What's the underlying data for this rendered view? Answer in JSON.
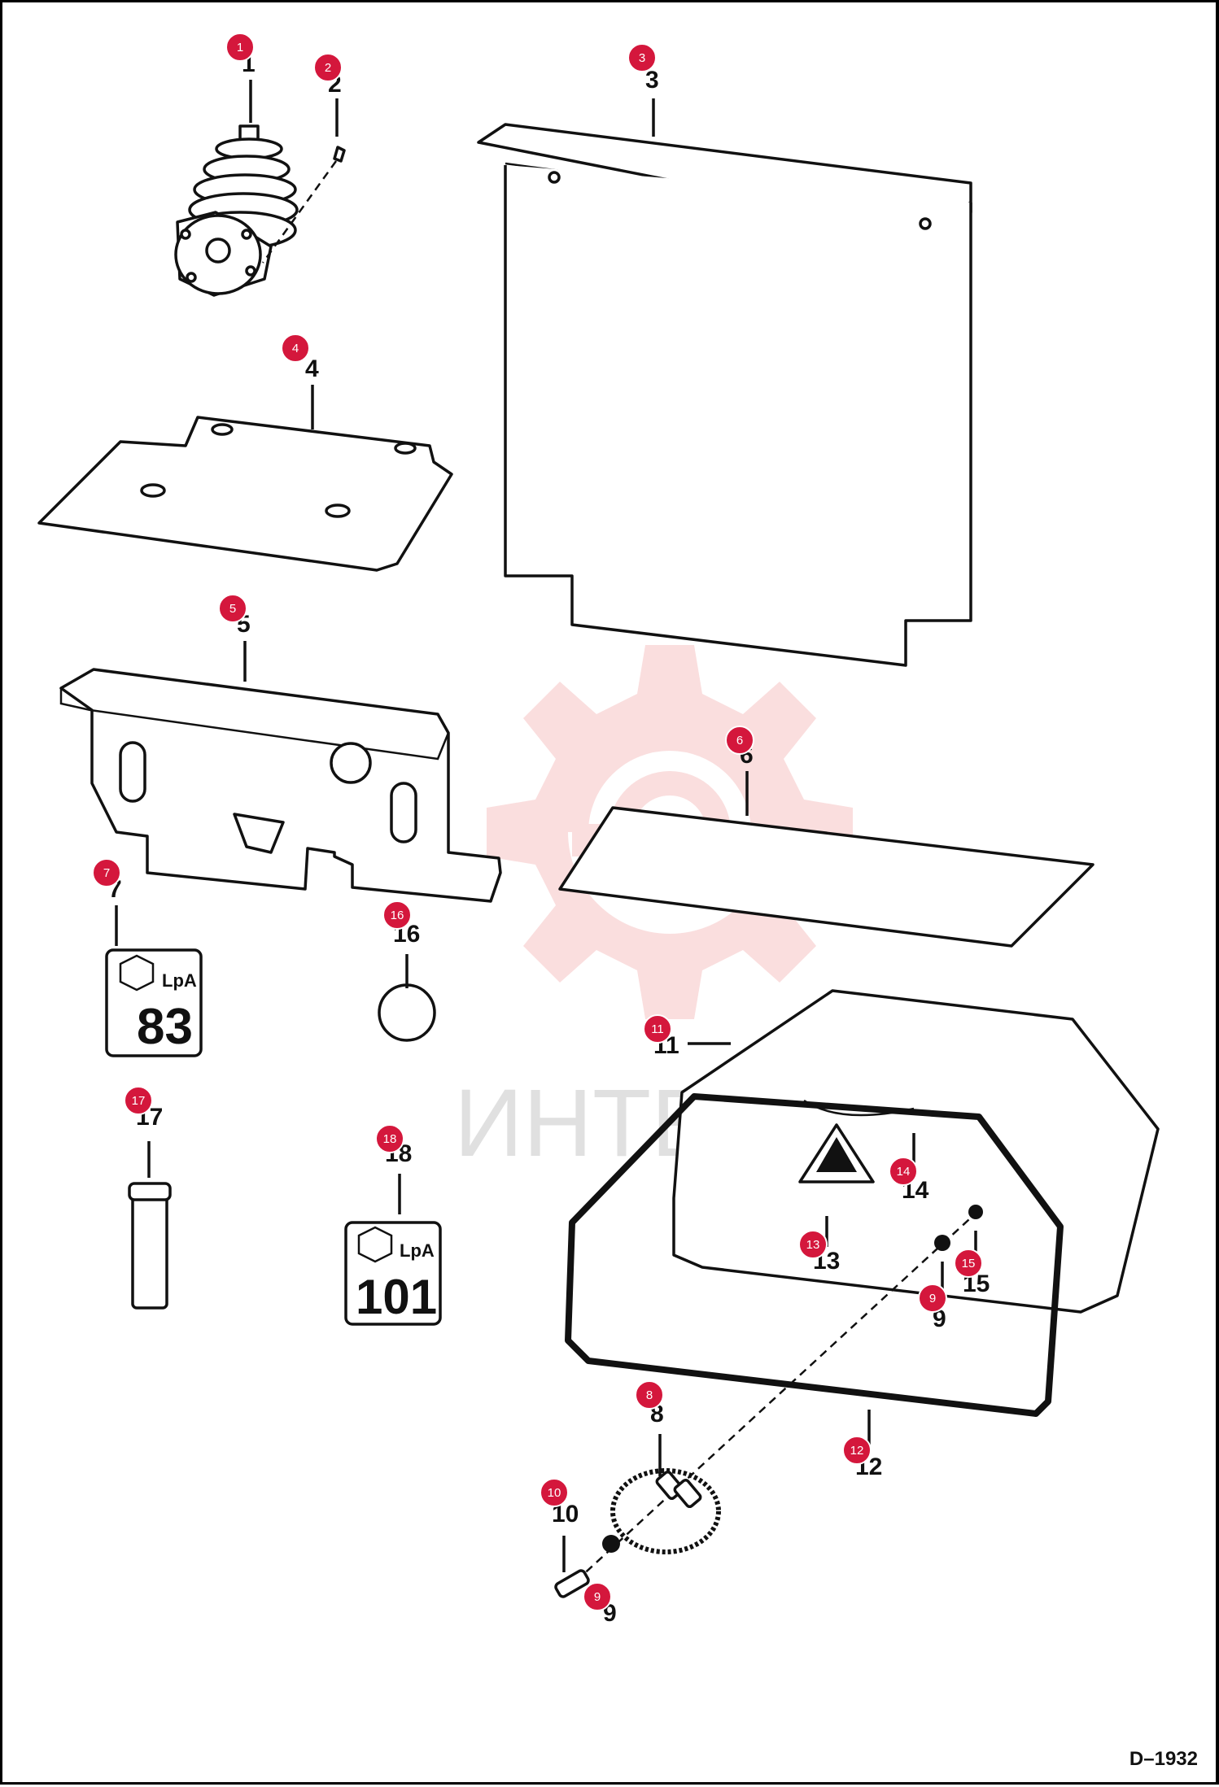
{
  "drawing_id": "D–1932",
  "watermark": {
    "text": "ИНТЕХ",
    "logo": "intex-gear-logo"
  },
  "labels": {
    "p7_number": "83",
    "p18_number": "101",
    "lpa": "LpA"
  },
  "parts": [
    {
      "callout": "1",
      "number": "1"
    },
    {
      "callout": "2",
      "number": "2"
    },
    {
      "callout": "3",
      "number": "3"
    },
    {
      "callout": "4",
      "number": "4"
    },
    {
      "callout": "5",
      "number": "5"
    },
    {
      "callout": "6",
      "number": "6"
    },
    {
      "callout": "7",
      "number": "7"
    },
    {
      "callout": "8",
      "number": "8"
    },
    {
      "callout": "9",
      "number": "9"
    },
    {
      "callout": "9",
      "number": "9"
    },
    {
      "callout": "10",
      "number": "10"
    },
    {
      "callout": "11",
      "number": "11"
    },
    {
      "callout": "12",
      "number": "12"
    },
    {
      "callout": "13",
      "number": "13"
    },
    {
      "callout": "14",
      "number": "14"
    },
    {
      "callout": "15",
      "number": "15"
    },
    {
      "callout": "16",
      "number": "16"
    },
    {
      "callout": "17",
      "number": "17"
    },
    {
      "callout": "18",
      "number": "18"
    }
  ],
  "colors": {
    "callout": "#d4173c",
    "line": "#111111",
    "watermark": "#f2b9b9"
  }
}
